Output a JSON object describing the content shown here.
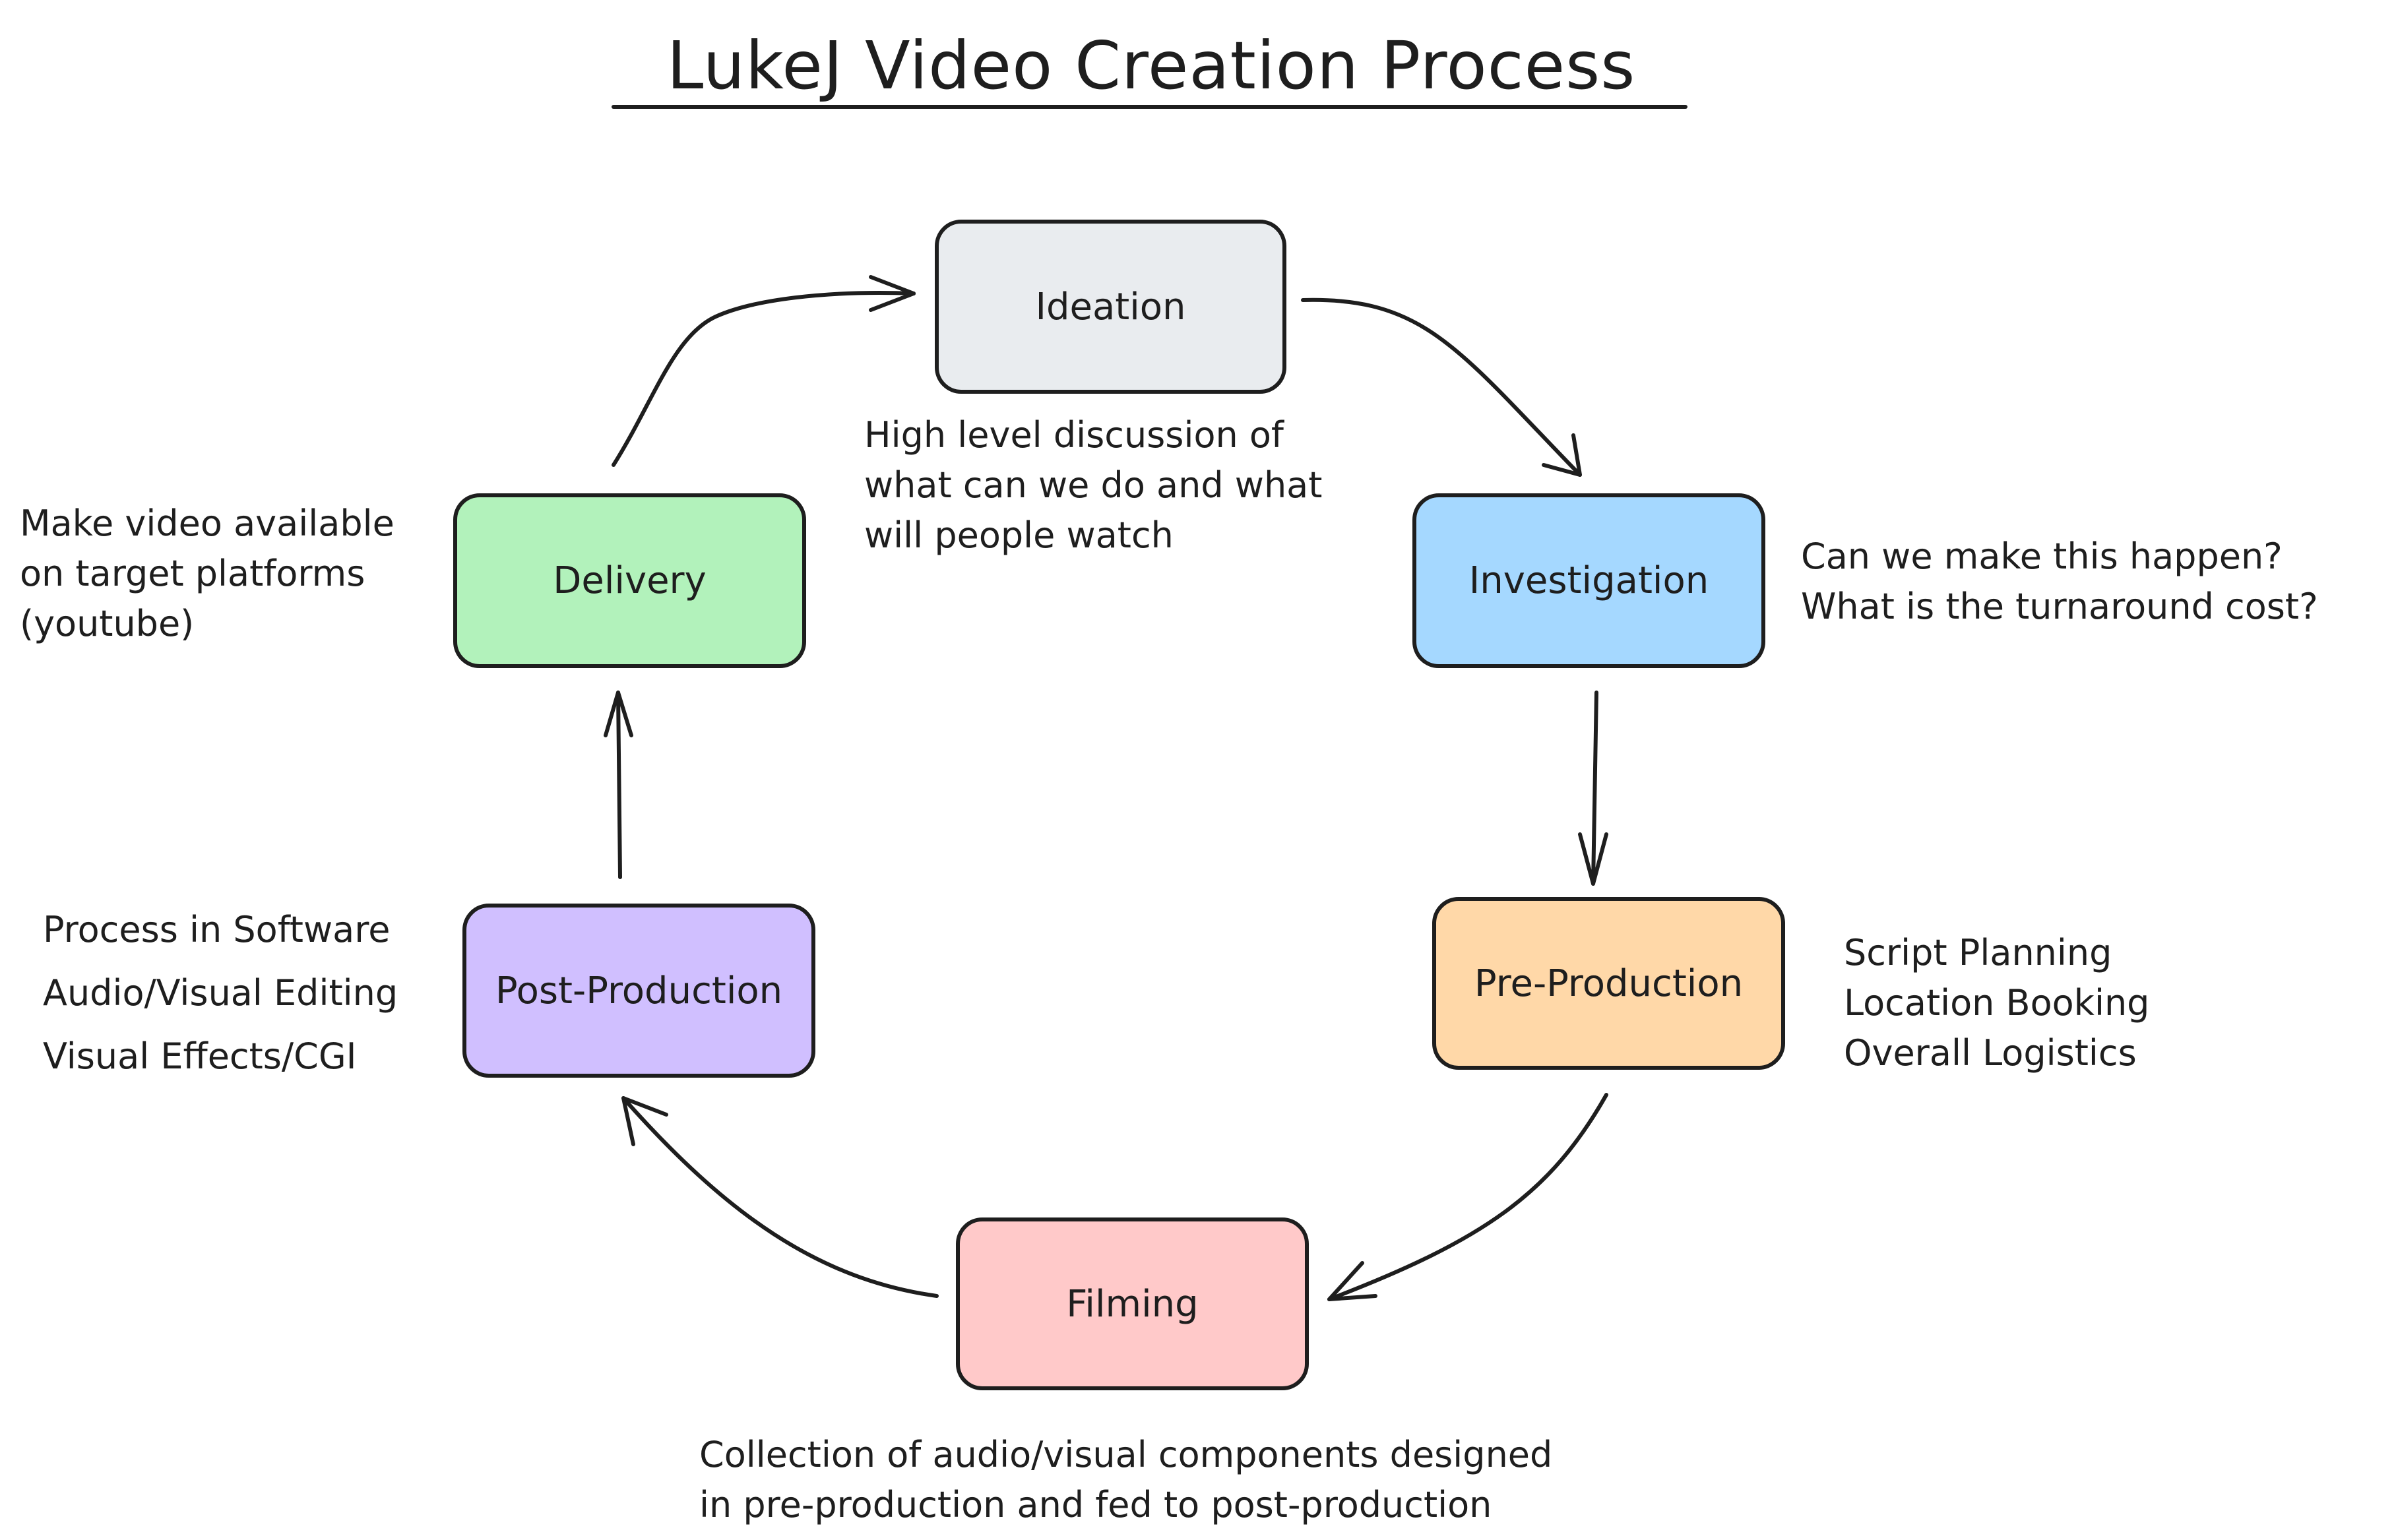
{
  "title": "LukeJ Video Creation Process",
  "colors": {
    "ideation": "#e9ecef",
    "investigation": "#a5d8ff",
    "pre_production": "#ffd8a8",
    "filming": "#ffc9c9",
    "post_production": "#d0bfff",
    "delivery": "#b2f2bb",
    "stroke": "#1e1e1e"
  },
  "nodes": {
    "ideation": "Ideation",
    "investigation": "Investigation",
    "pre_production": "Pre-Production",
    "filming": "Filming",
    "post_production": "Post-Production",
    "delivery": "Delivery"
  },
  "notes": {
    "ideation": [
      "High level discussion of",
      "what can we do and what",
      "will people watch"
    ],
    "investigation": [
      "Can we make this happen?",
      "What is the turnaround cost?"
    ],
    "pre_production": [
      "Script Planning",
      "Location Booking",
      "Overall Logistics"
    ],
    "filming": [
      "Collection of audio/visual components designed",
      "in pre-production and fed to post-production"
    ],
    "post_production": [
      "Process in Software",
      "Audio/Visual Editing",
      "Visual Effects/CGI"
    ],
    "delivery": [
      "Make video available",
      "on target platforms",
      "(youtube)"
    ]
  },
  "edges": [
    {
      "from": "Ideation",
      "to": "Investigation"
    },
    {
      "from": "Investigation",
      "to": "Pre-Production"
    },
    {
      "from": "Pre-Production",
      "to": "Filming"
    },
    {
      "from": "Filming",
      "to": "Post-Production"
    },
    {
      "from": "Post-Production",
      "to": "Delivery"
    },
    {
      "from": "Delivery",
      "to": "Ideation"
    }
  ]
}
